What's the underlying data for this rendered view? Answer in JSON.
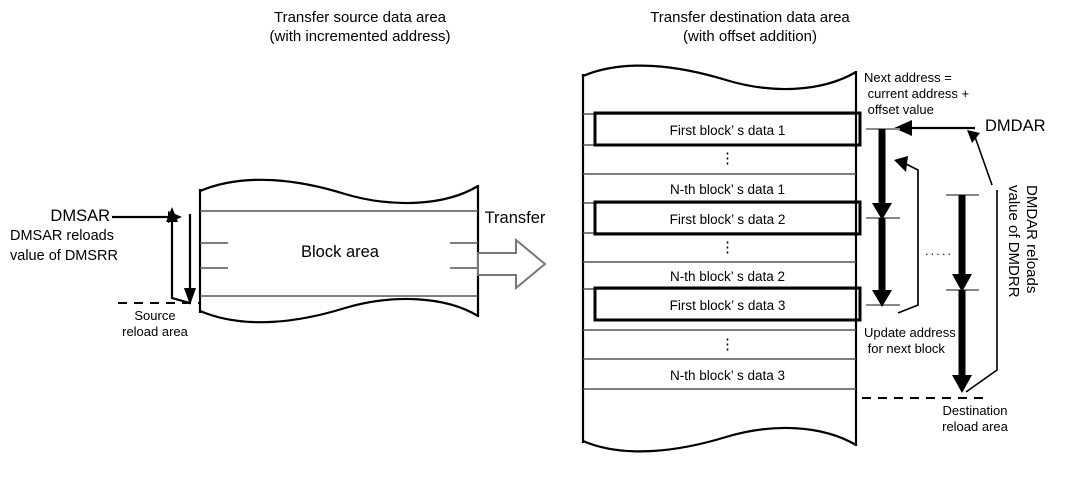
{
  "diagram": {
    "title_left": "Transfer source data area\n(with incremented address)",
    "title_right": "Transfer destination data area\n(with offset addition)",
    "transfer_label": "Transfer",
    "source": {
      "block_area_label": "Block area",
      "dmsar_label": "DMSAR",
      "dmsar_reload_line1": "DMSAR reloads",
      "dmsar_reload_line2": "value of DMSRR",
      "reload_area_label": "Source\nreload area"
    },
    "destination": {
      "rows": [
        {
          "text": "First block’ s data 1",
          "highlighted": true
        },
        {
          "text": "⋮",
          "highlighted": false
        },
        {
          "text": "N-th block’ s data 1",
          "highlighted": false
        },
        {
          "text": "First block’ s data 2",
          "highlighted": true
        },
        {
          "text": "⋮",
          "highlighted": false
        },
        {
          "text": "N-th block’ s data 2",
          "highlighted": false
        },
        {
          "text": "First block’ s data 3",
          "highlighted": true
        },
        {
          "text": "⋮",
          "highlighted": false
        },
        {
          "text": "N-th block’ s data 3",
          "highlighted": false
        }
      ],
      "next_address_note": "Next address =\n current address +\n offset value",
      "dmdar_label": "DMDAR",
      "update_address_note": "Update address\n for next block",
      "ellipsis_between": ".....",
      "dmdar_reload_vertical": "DMDAR reloads\nvalue of DMDRR",
      "reload_area_label": "Destination\nreload area"
    },
    "colors": {
      "stroke": "#000000",
      "thin_rule": "#555555",
      "background": "#ffffff",
      "text": "#000000"
    }
  }
}
